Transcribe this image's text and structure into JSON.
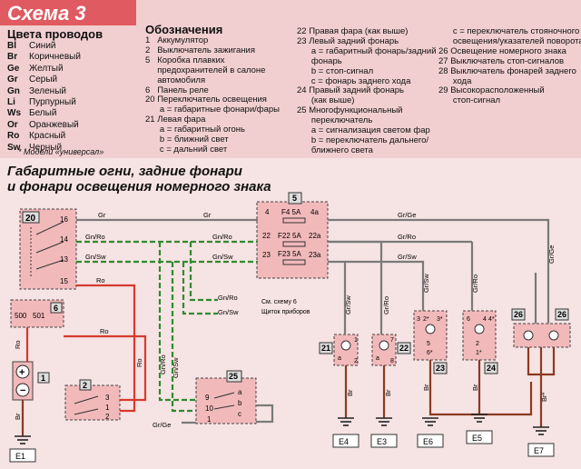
{
  "header": {
    "title": "Схема 3",
    "colors_heading": "Цвета проводов",
    "colors": [
      {
        "code": "Bl",
        "name": "Синий"
      },
      {
        "code": "Br",
        "name": "Коричневый"
      },
      {
        "code": "Ge",
        "name": "Желтый"
      },
      {
        "code": "Gr",
        "name": "Серый"
      },
      {
        "code": "Gn",
        "name": "Зеленый"
      },
      {
        "code": "Li",
        "name": "Пурпурный"
      },
      {
        "code": "Ws",
        "name": "Белый"
      },
      {
        "code": "Or",
        "name": "Оранжевый"
      },
      {
        "code": "Ro",
        "name": "Красный"
      },
      {
        "code": "Sw",
        "name": "Черный"
      }
    ],
    "model_note": "* Модели «универсал»",
    "legend_heading": "Обозначения",
    "legend_col1": [
      "1   Аккумулятор",
      "2   Выключатель зажигания",
      "5   Коробка плавких",
      "     предохранителей в салоне",
      "     автомобиля",
      "6   Панель реле",
      "20 Переключатель освещения",
      "      a = габаритные фонари/фары",
      "21 Левая фара",
      "      a = габаритный огонь",
      "      b = ближний свет",
      "      c = дальний свет"
    ],
    "legend_col2": [
      "22 Правая фара (как выше)",
      "23 Левый задний фонарь",
      "      a = габаритный фонарь/задний",
      "      фонарь",
      "      b = стоп-сигнал",
      "      c = фонарь заднего хода",
      "24 Правый задний фонарь",
      "      (как выше)",
      "25 Многофункциональный",
      "      переключатель",
      "      a = сигнализация светом фар",
      "      b = переключатель дальнего/",
      "      ближнего света"
    ],
    "legend_col3": [
      "      c = переключатель стояночного",
      "      освещения/указателей поворота",
      "26 Освещение номерного знака",
      "27 Выключатель стоп-сигналов",
      "28 Выключатель фонарей заднего",
      "      хода",
      "29 Высокорасположенный",
      "      стоп-сигнал"
    ]
  },
  "diagram": {
    "subtitle_line1": "Габаритные огни, задние фонари",
    "subtitle_line2": "и фонари освещения номерного знака",
    "components": {
      "c20": "20",
      "c5": "5",
      "c6": "6",
      "c1": "1",
      "c2": "2",
      "c25": "25",
      "c21": "21",
      "c22": "22",
      "c23": "23",
      "c24": "24",
      "c26a": "26",
      "c26b": "26"
    },
    "fuses": [
      "F4 5A",
      "F22 5A",
      "F23 5A"
    ],
    "fuse_pins_left": [
      "4",
      "22",
      "23"
    ],
    "fuse_pins_right": [
      "4a",
      "22a",
      "23a"
    ],
    "switch_pins": [
      "16",
      "14",
      "13",
      "15"
    ],
    "relay_pins": [
      "500",
      "501"
    ],
    "ign_pins": [
      "3",
      "1",
      "2"
    ],
    "sw25_pins": [
      "9",
      "10",
      "1"
    ],
    "sw25_letters": [
      "a",
      "b",
      "c"
    ],
    "wires": {
      "gr": "Gr",
      "gn_ro": "Gn/Ro",
      "gn_sw": "Gn/Sw",
      "ro": "Ro",
      "gr_ge": "Gr/Ge",
      "gr_ro": "Gr/Ro",
      "gr_sw": "Gr/Sw",
      "br": "Br",
      "ro_v": "Ro",
      "gn_ro_v": "Gn/Ro",
      "gn_sw_v": "Gn/Sw",
      "br_star": "Br*"
    },
    "notes": {
      "see_scheme": "См. схему 6",
      "instrument_panel": "Щиток приборов"
    },
    "lamp_pins": {
      "l21": [
        "a",
        "1",
        "2"
      ],
      "l22": [
        "a",
        "7",
        "8"
      ],
      "l23": [
        "3",
        "2*",
        "3*",
        "5",
        "6*"
      ],
      "l24": [
        "6",
        "4",
        "4*",
        "2",
        "1*"
      ]
    },
    "grounds": [
      "E1",
      "E4",
      "E3",
      "E6",
      "E5",
      "E7"
    ],
    "colors": {
      "gray_wire": "#7a7a7a",
      "green_wire": "#2f8a2f",
      "red_wire": "#d63a2e",
      "brown_wire": "#8a3a22",
      "comp_fill": "#f2b9bb",
      "header_bg": "#f1cfd0",
      "title_bg": "#e05a61"
    }
  }
}
